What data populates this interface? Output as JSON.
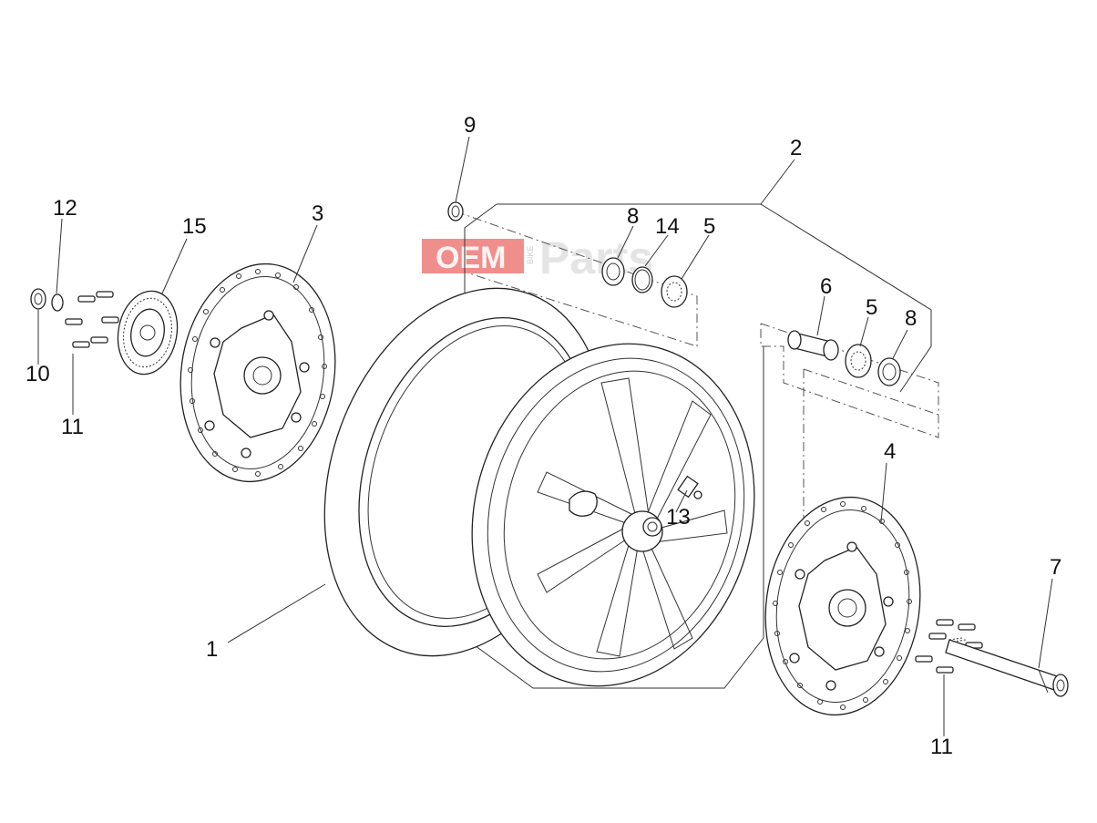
{
  "callouts": {
    "c1": "1",
    "c2": "2",
    "c3": "3",
    "c4": "4",
    "c5a": "5",
    "c5b": "5",
    "c6": "6",
    "c7": "7",
    "c8a": "8",
    "c8b": "8",
    "c9": "9",
    "c10": "10",
    "c11a": "11",
    "c11b": "11",
    "c12": "12",
    "c13": "13",
    "c14": "14",
    "c15": "15"
  },
  "watermark": {
    "oem": "OEM",
    "bike": "BIKE",
    "parts": "Parts"
  }
}
